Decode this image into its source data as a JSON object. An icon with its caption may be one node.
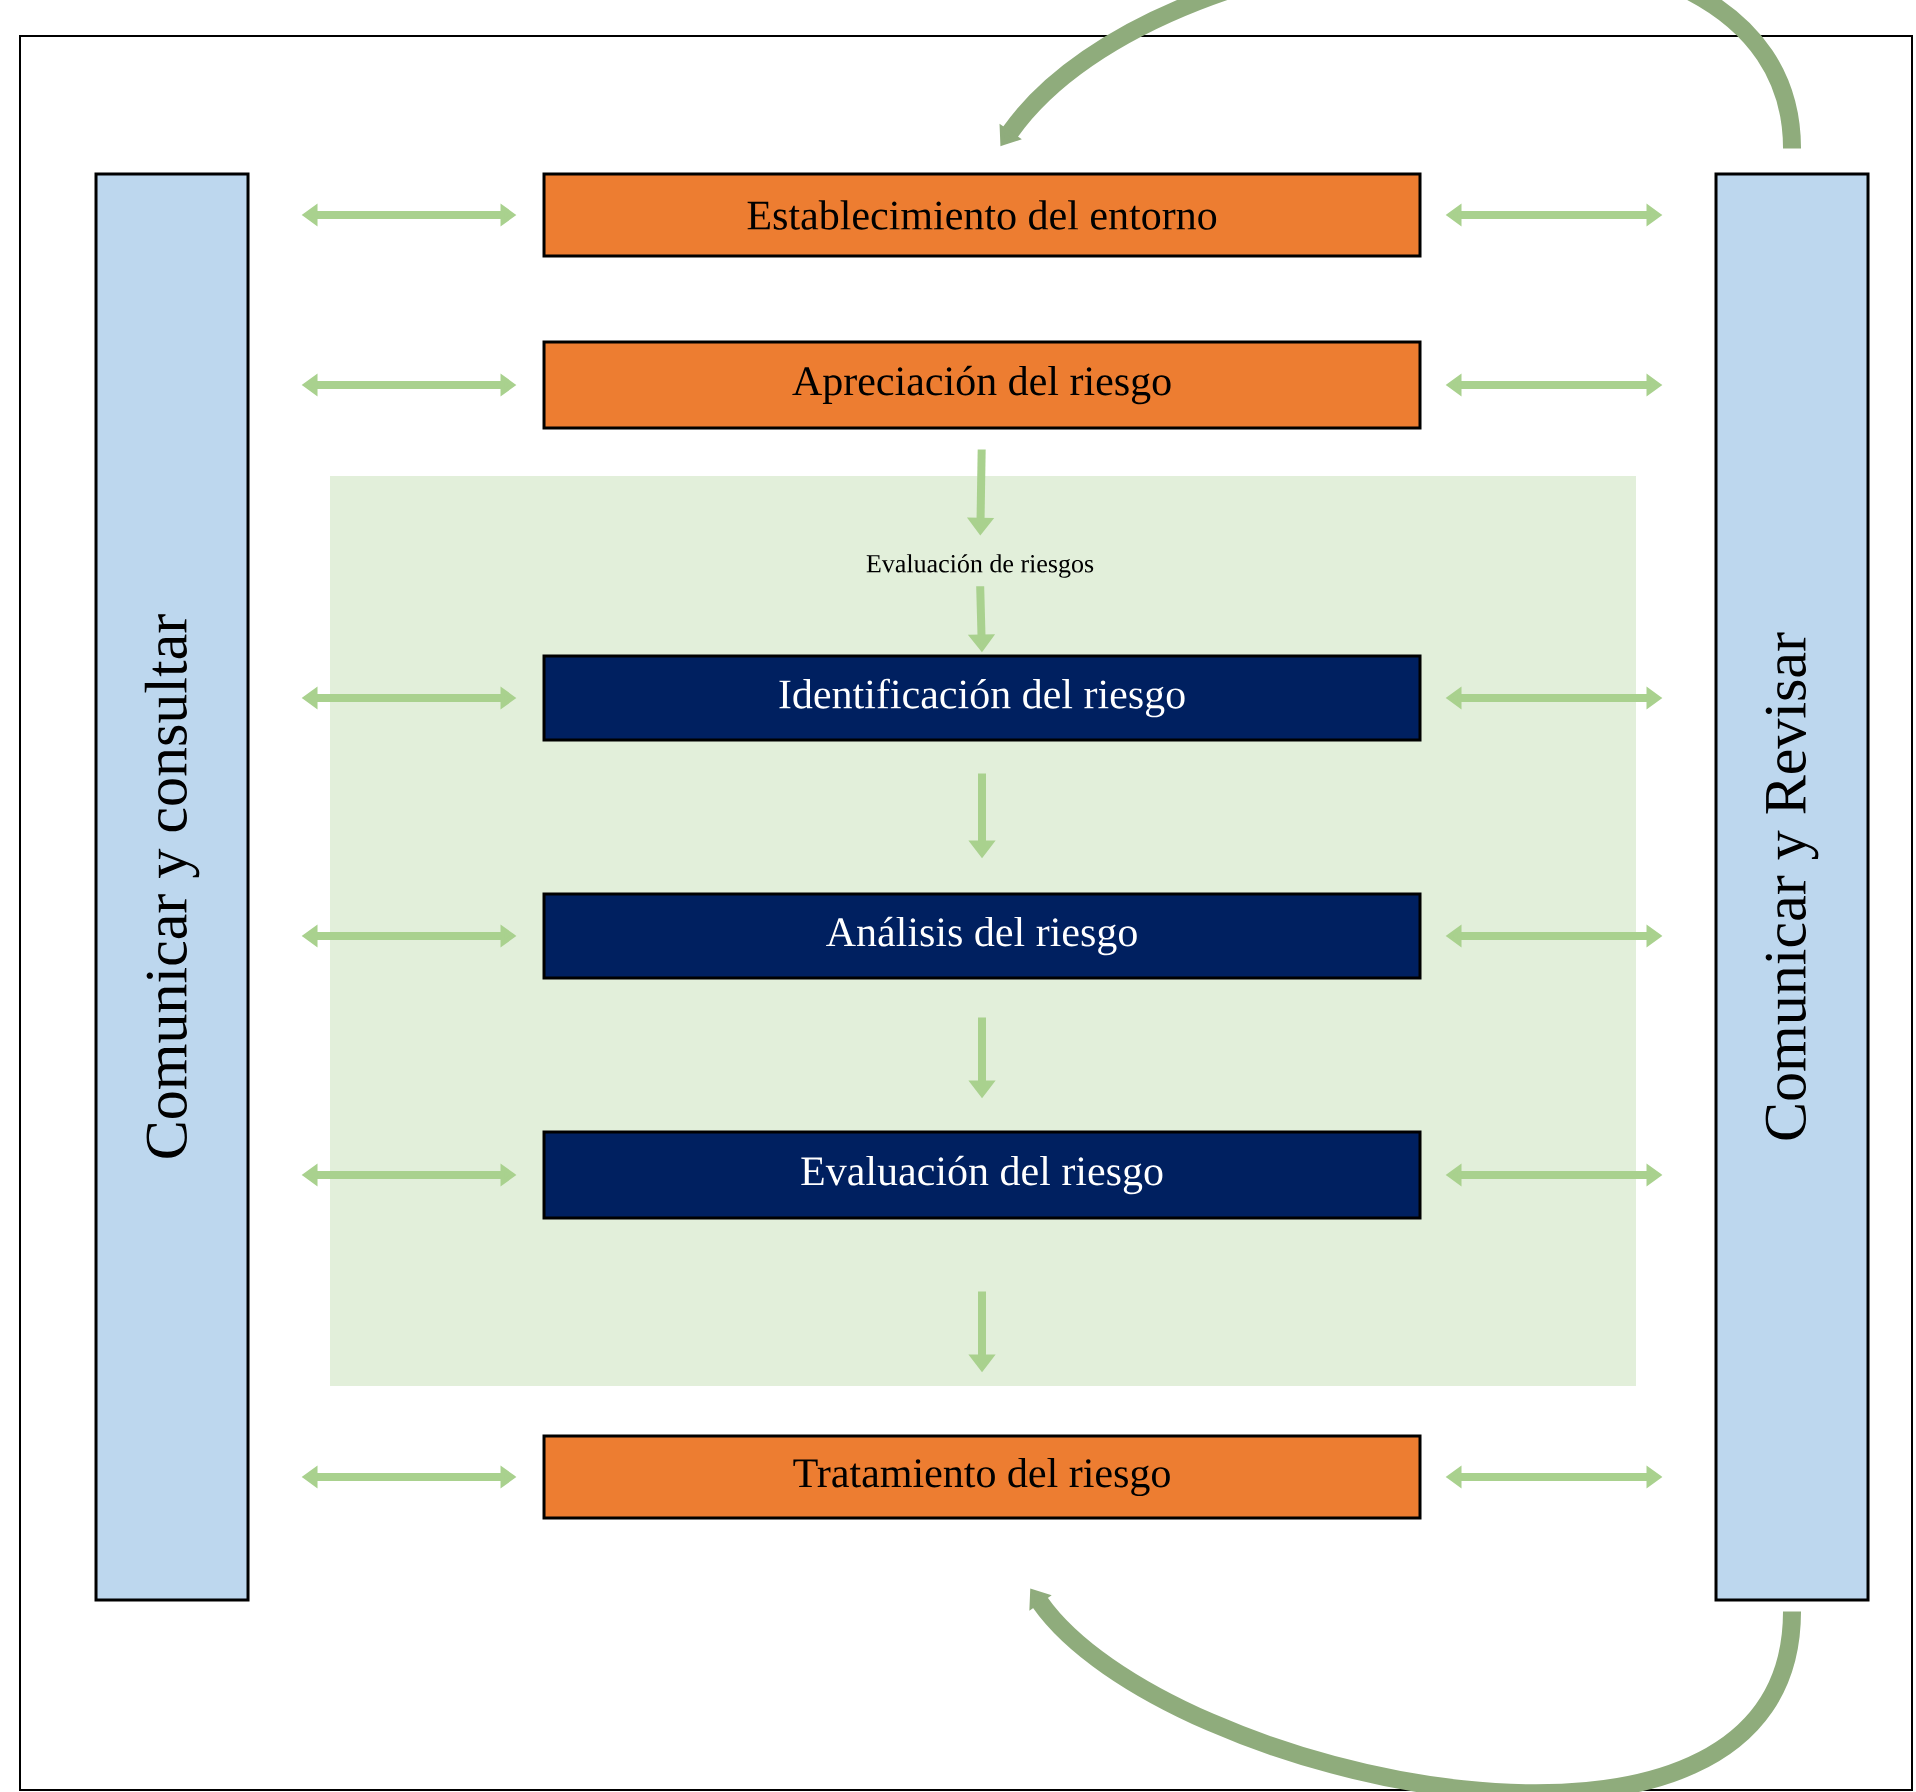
{
  "diagram": {
    "nodes": [
      {
        "text": [
          "Comunicar y consultar"
        ]
      },
      {
        "text": [
          "Comunicar y Revisar"
        ]
      },
      {
        "text": [
          "Establecimiento del entorno"
        ]
      },
      {
        "text": [
          "Apreciación del riesgo"
        ]
      },
      {
        "text": [],
        "shape": "box"
      },
      {
        "text": [
          "Evaluación de riesgos"
        ],
        "in": 4
      },
      {
        "text": [
          "Identificación del riesgo"
        ],
        "in": 4
      },
      {
        "text": [
          "Análisis del riesgo"
        ],
        "in": 4
      },
      {
        "text": [
          "Evaluación del riesgo"
        ],
        "in": 4
      },
      {
        "text": [
          "Tratamiento del riesgo"
        ]
      }
    ],
    "edges": [
      {
        "from": 0,
        "to": 2,
        "arrow": "both"
      },
      {
        "from": 2,
        "to": 1,
        "arrow": "both"
      },
      {
        "from": 0,
        "to": 3,
        "arrow": "both"
      },
      {
        "from": 3,
        "to": 1,
        "arrow": "both"
      },
      {
        "from": 0,
        "to": 6,
        "arrow": "both"
      },
      {
        "from": 6,
        "to": 1,
        "arrow": "both"
      },
      {
        "from": 0,
        "to": 7,
        "arrow": "both"
      },
      {
        "from": 7,
        "to": 1,
        "arrow": "both"
      },
      {
        "from": 0,
        "to": 8,
        "arrow": "both"
      },
      {
        "from": 8,
        "to": 1,
        "arrow": "both"
      },
      {
        "from": 0,
        "to": 9,
        "arrow": "both"
      },
      {
        "from": 9,
        "to": 1,
        "arrow": "both"
      },
      {
        "from": 3,
        "to": 5,
        "arrow": "to"
      },
      {
        "from": 5,
        "to": 6,
        "arrow": "to"
      },
      {
        "from": 6,
        "to": 7,
        "arrow": "to"
      },
      {
        "from": 7,
        "to": 8,
        "arrow": "to"
      },
      {
        "from": 8,
        "to": 9,
        "arrow": "to"
      },
      {
        "from": 1,
        "to": 2,
        "arrow": "to",
        "style": "thick",
        "color": "#8fac7c"
      },
      {
        "from": 1,
        "to": 9,
        "arrow": "to",
        "style": "thick",
        "color": "#8fac7c"
      }
    ]
  }
}
